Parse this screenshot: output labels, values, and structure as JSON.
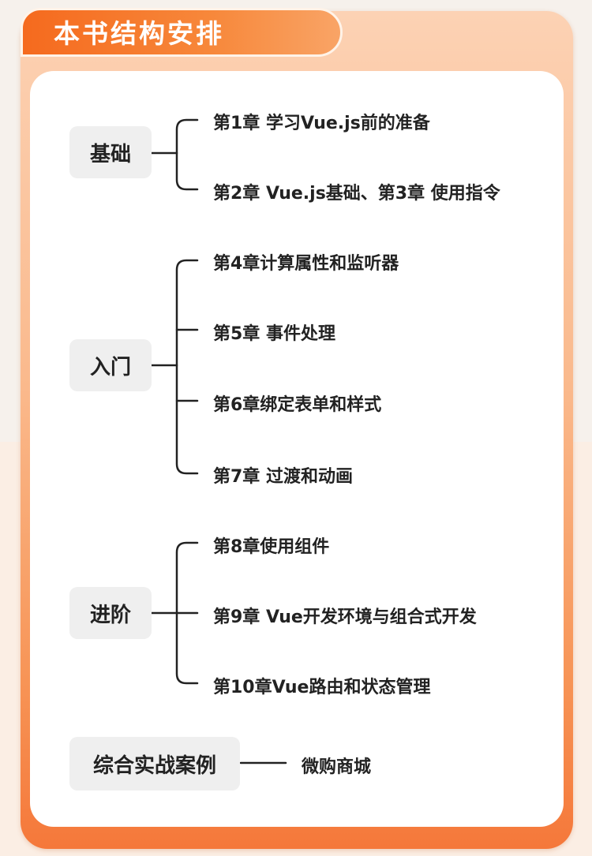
{
  "title": "本书结构安排",
  "groups": [
    {
      "category": "基础",
      "chapters": [
        "第1章 学习Vue.js前的准备",
        "第2章 Vue.js基础、第3章 使用指令"
      ]
    },
    {
      "category": "入门",
      "chapters": [
        "第4章计算属性和监听器",
        "第5章 事件处理",
        "第6章绑定表单和样式",
        "第7章 过渡和动画"
      ]
    },
    {
      "category": "进阶",
      "chapters": [
        "第8章使用组件",
        "第9章 Vue开发环境与组合式开发",
        "第10章Vue路由和状态管理"
      ]
    },
    {
      "category": "综合实战案例",
      "chapters": [
        "微购商城"
      ]
    }
  ],
  "colors": {
    "accent": "#f56a1e",
    "line": "#222222",
    "category_bg": "#efefef"
  }
}
